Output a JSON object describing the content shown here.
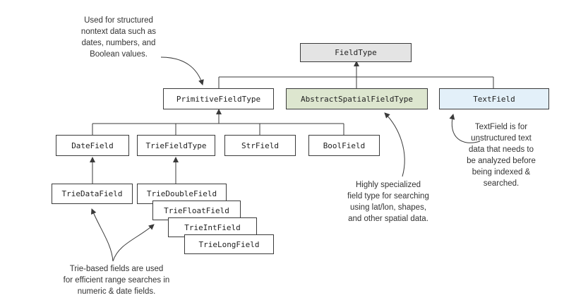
{
  "nodes": {
    "field_type": "FieldType",
    "primitive_field_type": "PrimitiveFieldType",
    "abstract_spatial_field_type": "AbstractSpatialFieldType",
    "text_field": "TextField",
    "date_field": "DateField",
    "trie_field_type": "TrieFieldType",
    "str_field": "StrField",
    "bool_field": "BoolField",
    "trie_data_field": "TrieDataField",
    "trie_double_field": "TrieDoubleField",
    "trie_float_field": "TrieFloatField",
    "trie_int_field": "TrieIntField",
    "trie_long_field": "TrieLongField"
  },
  "annotations": {
    "primitive": [
      "Used for structured",
      "nontext data such as",
      "dates, numbers, and",
      "Boolean values."
    ],
    "spatial": [
      "Highly specialized",
      "field type for searching",
      "using lat/lon, shapes,",
      "and other spatial data."
    ],
    "text": [
      "TextField is for",
      "unstructured text",
      "data that needs to",
      "be analyzed before",
      "being indexed &",
      "searched."
    ],
    "trie": [
      "Trie-based fields are used",
      "for efficient range searches in",
      "numeric & date fields."
    ]
  },
  "colors": {
    "root_fill": "#e4e4e4",
    "spatial_fill": "#dde6cf",
    "text_fill": "#e3f0f9",
    "line": "#3a3a3a"
  }
}
